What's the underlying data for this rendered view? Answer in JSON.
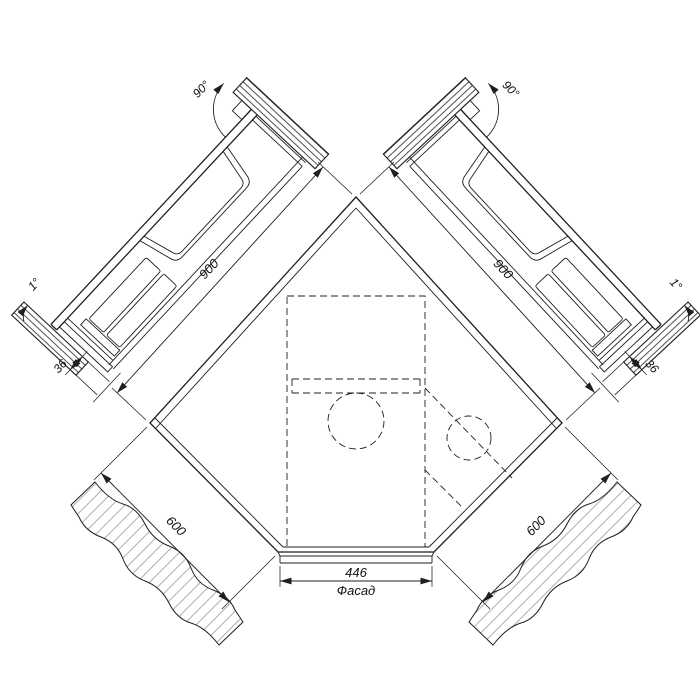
{
  "drawing": {
    "background": "#ffffff",
    "line_color": "#1f1f1f"
  },
  "labels": {
    "dim_top_left": "900",
    "dim_top_right": "900",
    "dim_bottom_left": "600",
    "dim_bottom_right": "600",
    "dim_facade": "446",
    "facade_caption": "Фасад",
    "angle_90_left": "90°",
    "angle_90_right": "90°",
    "angle_1_left": "1°",
    "angle_1_right": "1°",
    "thickness_36_left": "36",
    "thickness_36_right": "36"
  }
}
